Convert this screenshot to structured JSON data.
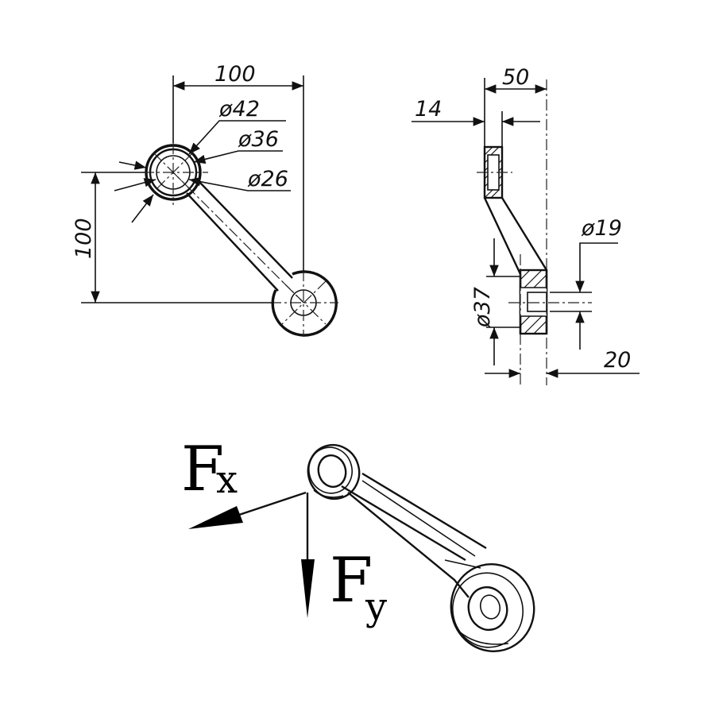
{
  "front_view": {
    "dim_width": "100",
    "dim_height": "100",
    "dim_d42": "ø42",
    "dim_d36": "ø36",
    "dim_d26": "ø26"
  },
  "side_view": {
    "dim_depth": "50",
    "dim_thickness": "14",
    "dim_d19": "ø19",
    "dim_d37": "ø37",
    "dim_offset": "20"
  },
  "forces": {
    "fx_main": "F",
    "fx_sub": "x",
    "fy_main": "F",
    "fy_sub": "y"
  }
}
